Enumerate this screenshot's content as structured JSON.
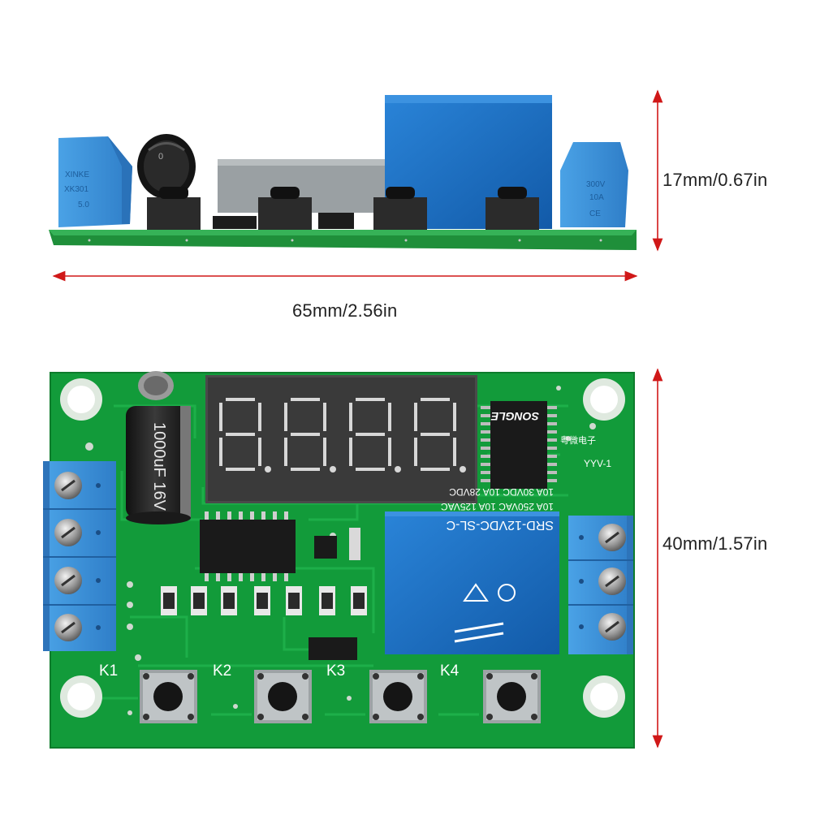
{
  "dimensions": {
    "height_side": "17mm/0.67in",
    "length": "65mm/2.56in",
    "width_top": "40mm/1.57in"
  },
  "board": {
    "brand": "粤微电子",
    "model": "YYV-1",
    "buttons": [
      "K1",
      "K2",
      "K3",
      "K4"
    ],
    "display_value": "8.8.8.8",
    "capacitor_text": "1000uF 16V",
    "relay_model": "SRD-12VDC-SL-C",
    "relay_ratings": [
      "10A 250VAC 10A 125VAC",
      "10A 30VDC 10A 28VDC"
    ],
    "relay_brand": "SONGLE",
    "terminal_block_text": "XINKE XK301 5.0",
    "terminal_block_rating": "300V 10A"
  },
  "colors": {
    "pcb": "#129b3a",
    "dimension_arrow": "#d01818",
    "relay": "#1d6fc2",
    "terminal": "#3a8fd6"
  }
}
